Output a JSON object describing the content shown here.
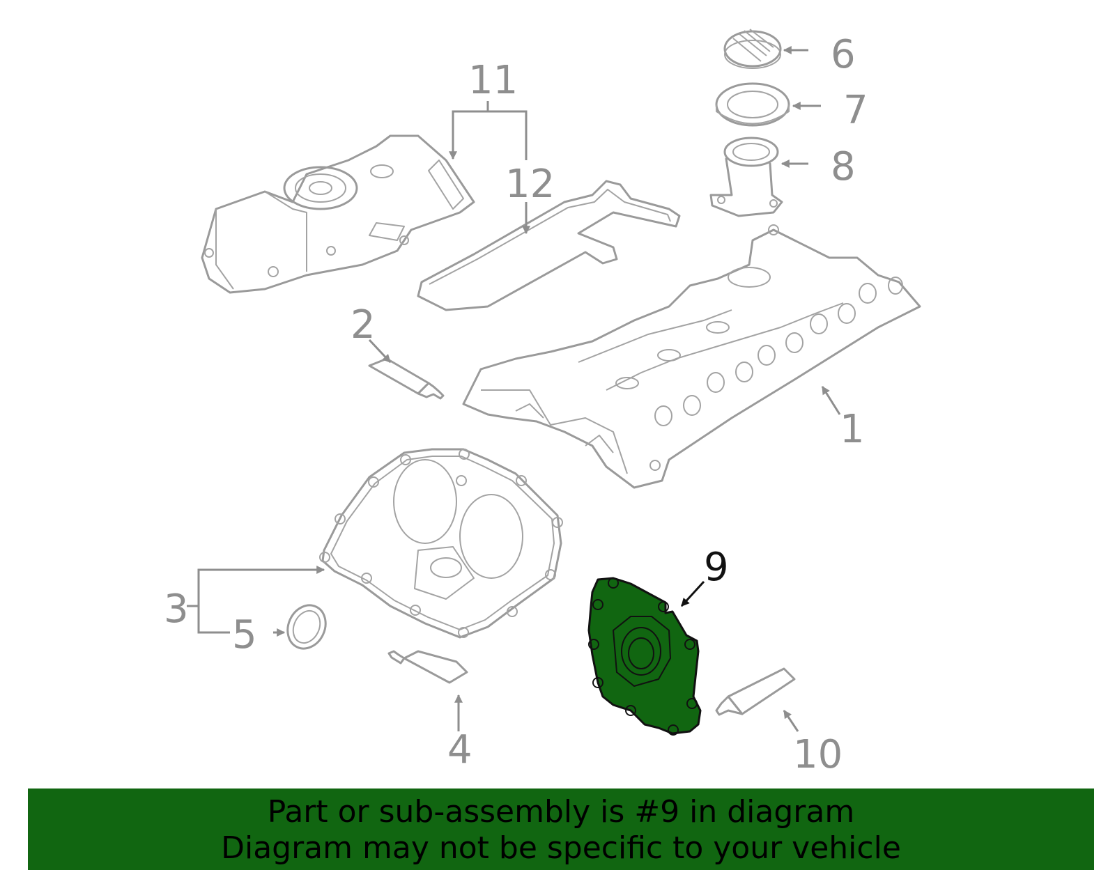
{
  "callouts": {
    "c1": "1",
    "c2": "2",
    "c3": "3",
    "c4": "4",
    "c5": "5",
    "c6": "6",
    "c7": "7",
    "c8": "8",
    "c9": "9",
    "c10": "10",
    "c11": "11",
    "c12": "12"
  },
  "highlight": {
    "part_number": "9",
    "fill_color": "#116611",
    "outline_color": "#111111"
  },
  "banner": {
    "line1": "Part or sub-assembly is #9 in diagram",
    "line2": "Diagram may not be specific to your vehicle",
    "background": "#116611"
  },
  "colors": {
    "line_art": "#9a9a9a",
    "callout_text": "#8e8e8e"
  }
}
